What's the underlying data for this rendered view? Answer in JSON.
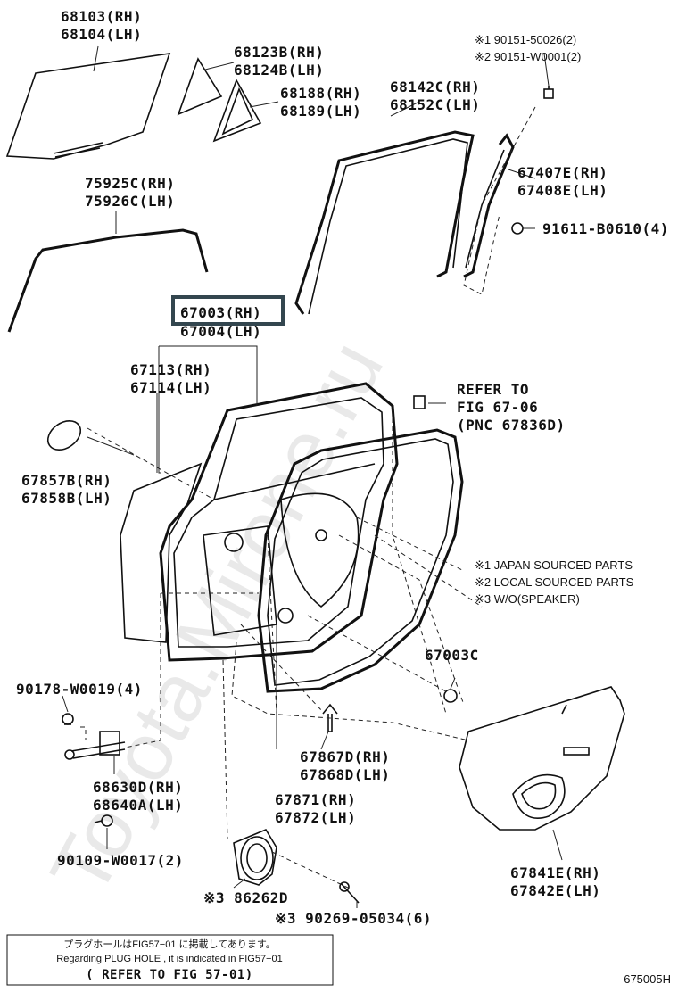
{
  "watermark": "Toyota.Mirone.ru",
  "highlight_color": "#33464f",
  "labels": {
    "p68103": "68103(RH)",
    "p68104": "68104(LH)",
    "p68123b": "68123B(RH)",
    "p68124b": "68124B(LH)",
    "p68188": "68188(RH)",
    "p68189": "68189(LH)",
    "p68142c": "68142C(RH)",
    "p68152c": "68152C(LH)",
    "p90151a": "※1 90151-50026(2)",
    "p90151b": "※2 90151-W0001(2)",
    "p67407e": "67407E(RH)",
    "p67408e": "67408E(LH)",
    "p91611": "91611-B0610(4)",
    "p75925c": "75925C(RH)",
    "p75926c": "75926C(LH)",
    "p67003rh": "67003(RH)",
    "p67004lh": "67004(LH)",
    "p67113": "67113(RH)",
    "p67114": "67114(LH)",
    "refer1": "REFER TO",
    "refer2": "FIG 67-06",
    "refer3": "(PNC 67836D)",
    "p67857b": "67857B(RH)",
    "p67858b": "67858B(LH)",
    "p67003c": "67003C",
    "p90178": "90178-W0019(4)",
    "p67867d": "67867D(RH)",
    "p67868d": "67868D(LH)",
    "p68630d": "68630D(RH)",
    "p68640a": "68640A(LH)",
    "p67871": "67871(RH)",
    "p67872": "67872(LH)",
    "p90109": "90109-W0017(2)",
    "p67841e": "67841E(RH)",
    "p67842e": "67842E(LH)",
    "p86262d": "※3 86262D",
    "p90269": "※3 90269-05034(6)"
  },
  "notes": [
    "※1 JAPAN SOURCED PARTS",
    "※2 LOCAL SOURCED PARTS",
    "※3 W/O(SPEAKER)"
  ],
  "footer_box": {
    "line1": "プラグホールはFIG57−01 に掲載してあります。",
    "line2": "Regarding PLUG HOLE , it is indicated in FIG57−01",
    "line3": "( REFER TO FIG 57-01)"
  },
  "figure_code": "675005H"
}
